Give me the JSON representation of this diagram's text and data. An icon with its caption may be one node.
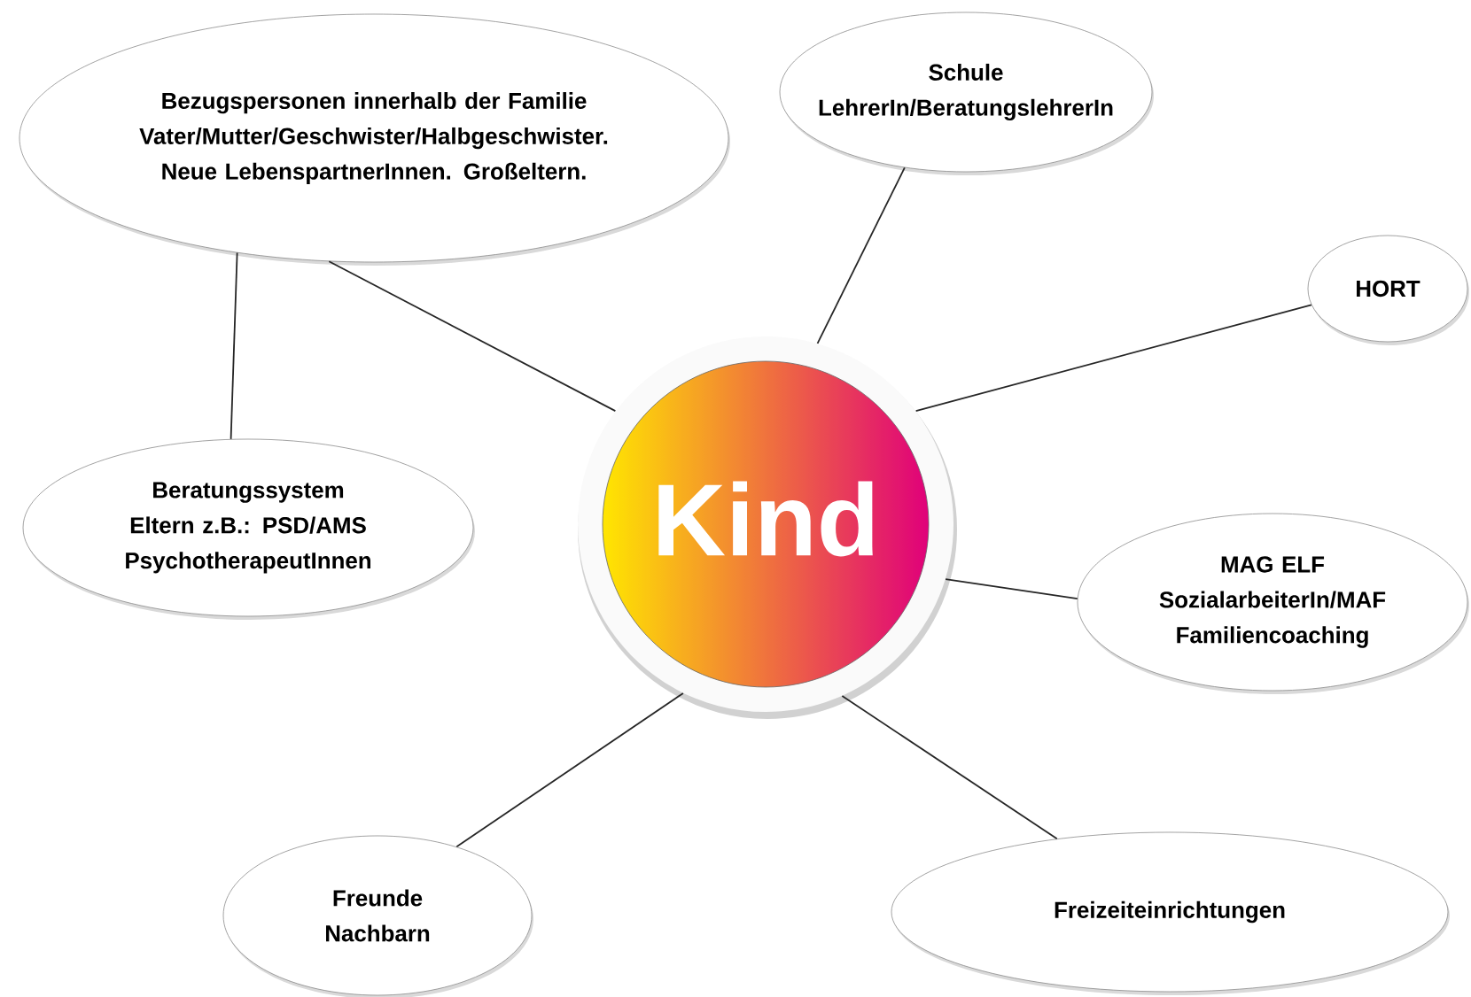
{
  "diagram": {
    "nodes": [
      {
        "text": [
          "Kind"
        ]
      },
      {
        "text": [
          "Bezugspersonen innerhalb der Familie Vater/Mutter/Geschwister/Halbgeschwister. Neue LebenspartnerInnen. Großeltern."
        ]
      },
      {
        "text": [
          "Schule LehrerIn/BeratungslehrerIn"
        ]
      },
      {
        "text": [
          "HORT"
        ]
      },
      {
        "text": [
          "Beratungssystem Eltern z.B.: PSD/AMS PsychotherapeutInnen"
        ]
      },
      {
        "text": [
          "MAG ELF SozialarbeiterIn/MAF Familiencoaching"
        ]
      },
      {
        "text": [
          "Freunde Nachbarn"
        ]
      },
      {
        "text": [
          "Freizeiteinrichtungen"
        ]
      }
    ],
    "edges": [
      {
        "from": 0,
        "to": 1,
        "arrow": "none"
      },
      {
        "from": 0,
        "to": 2,
        "arrow": "none"
      },
      {
        "from": 0,
        "to": 3,
        "arrow": "none"
      },
      {
        "from": 1,
        "to": 4,
        "arrow": "none"
      },
      {
        "from": 0,
        "to": 5,
        "arrow": "none"
      },
      {
        "from": 0,
        "to": 6,
        "arrow": "none"
      },
      {
        "from": 0,
        "to": 7,
        "arrow": "none"
      }
    ]
  }
}
